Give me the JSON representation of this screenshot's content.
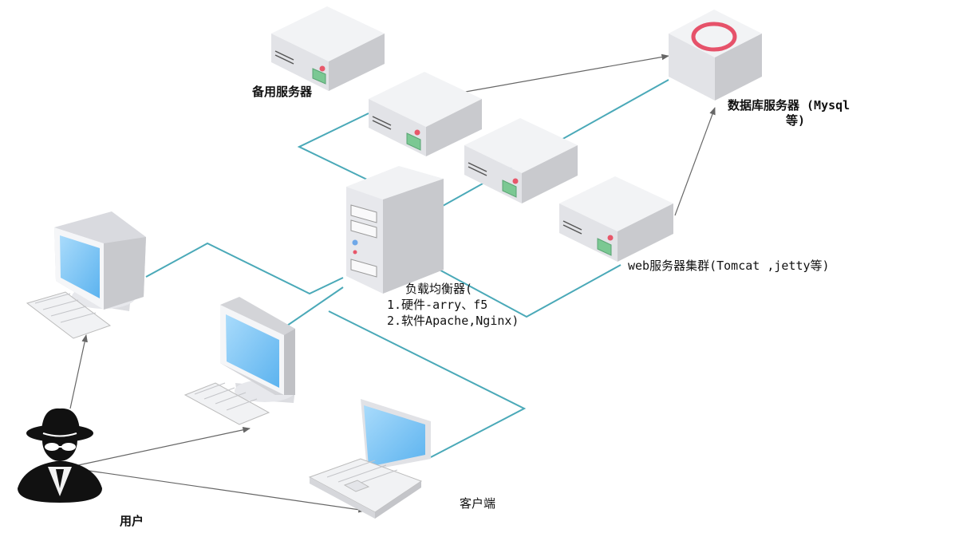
{
  "labels": {
    "backup_server": "备用服务器",
    "db_server_line1": "数据库服务器 (Mysql",
    "db_server_line2": "等)",
    "web_cluster": "web服务器集群(Tomcat ,jetty等)",
    "load_balancer_line1": "负载均衡器(",
    "load_balancer_line2": "1.硬件-arry、f5",
    "load_balancer_line3": "2.软件Apache,Nginx)",
    "client": "客户端",
    "user": "用户"
  },
  "icons": [
    "server-icon",
    "database-server-icon",
    "tower-server-icon",
    "desktop-computer-icon",
    "laptop-icon",
    "user-spy-icon"
  ],
  "colors": {
    "link_line": "#4aa9b8",
    "arrow_line": "#666666",
    "server_body": "#e4e5e9",
    "db_ring": "#e6526a",
    "screen": "#7cc4f2"
  }
}
